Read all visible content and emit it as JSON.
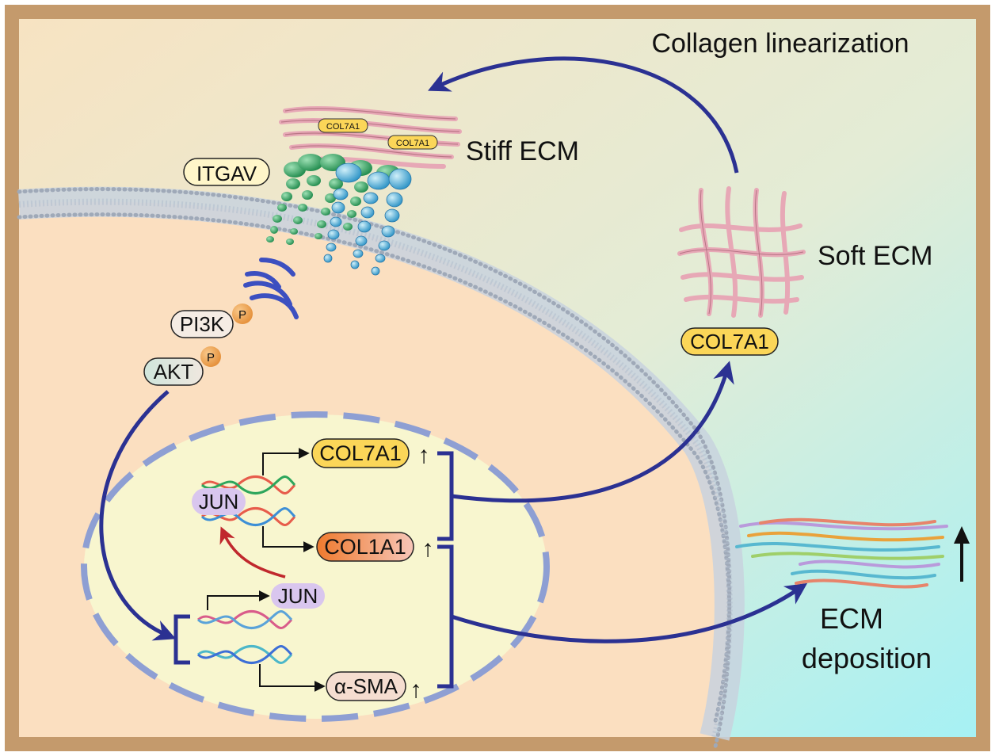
{
  "labels": {
    "collagen_linearization": "Collagen linearization",
    "stiff_ecm": "Stiff ECM",
    "soft_ecm": "Soft ECM",
    "ecm_deposition_line1": "ECM",
    "ecm_deposition_line2": "deposition",
    "itgav": "ITGAV",
    "pi3k": "PI3K",
    "akt": "AKT",
    "phospho": "P",
    "col7a1_small": "COL7A1",
    "col7a1_soft": "COL7A1",
    "col7a1_nucleus": "COL7A1",
    "col1a1_nucleus": "COL1A1",
    "jun_dna": "JUN",
    "jun_protein": "JUN",
    "asma": "α-SMA",
    "up_arrow": "↑"
  },
  "colors": {
    "frame": "#C49A6C",
    "cytoplasm": "#FBDFC0",
    "nucleus_fill": "#F8F6CF",
    "nucleus_border": "#8E9FD3",
    "pathway_arrow": "#2B3192",
    "jun_feedback_arrow": "#C0282D",
    "membrane": "#9FA9B8",
    "col7a1_badge": "#FBD658",
    "col1a1_badge": "#F08A3A",
    "asma_badge": "#F5DDD0",
    "jun_badge": "#D9C6EE",
    "itgav_badge": "#FFF6C9",
    "phospho": "#F2A65A",
    "collagen_fiber": "#E7A8B6",
    "integrin_green": "#2E9E5B",
    "integrin_blue": "#4FB0D9"
  }
}
